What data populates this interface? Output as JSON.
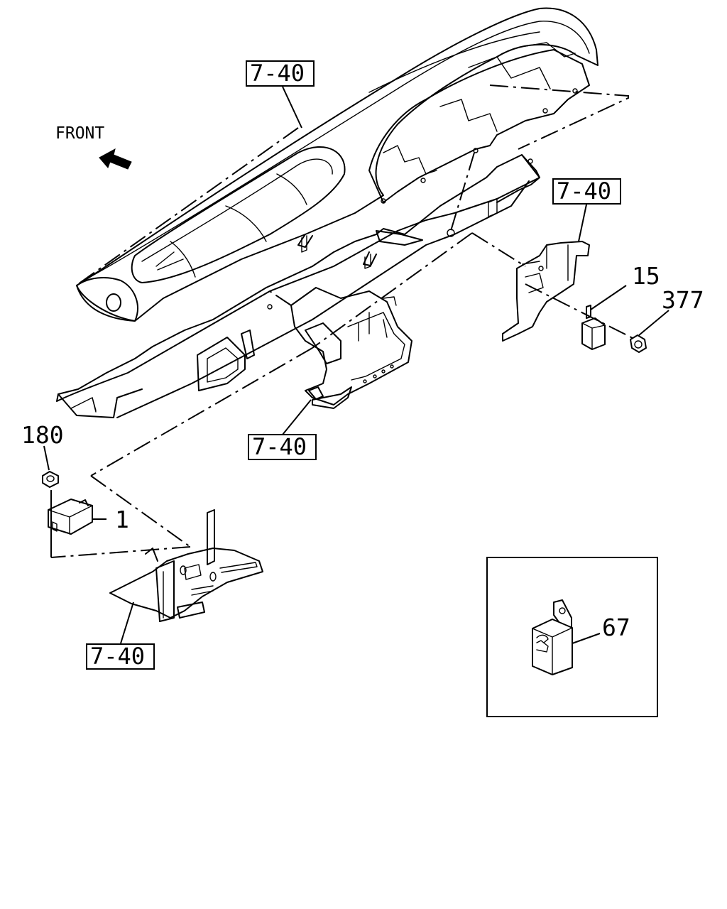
{
  "orientation": {
    "label": "FRONT",
    "arrow_icon": "arrow-left-down-icon"
  },
  "references": {
    "top_panel": "7-40",
    "right_bracket": "7-40",
    "center_bracket": "7-40",
    "lower_bracket": "7-40"
  },
  "parts": {
    "p1": "1",
    "p15": "15",
    "p180": "180",
    "p377": "377",
    "p67": "67"
  }
}
